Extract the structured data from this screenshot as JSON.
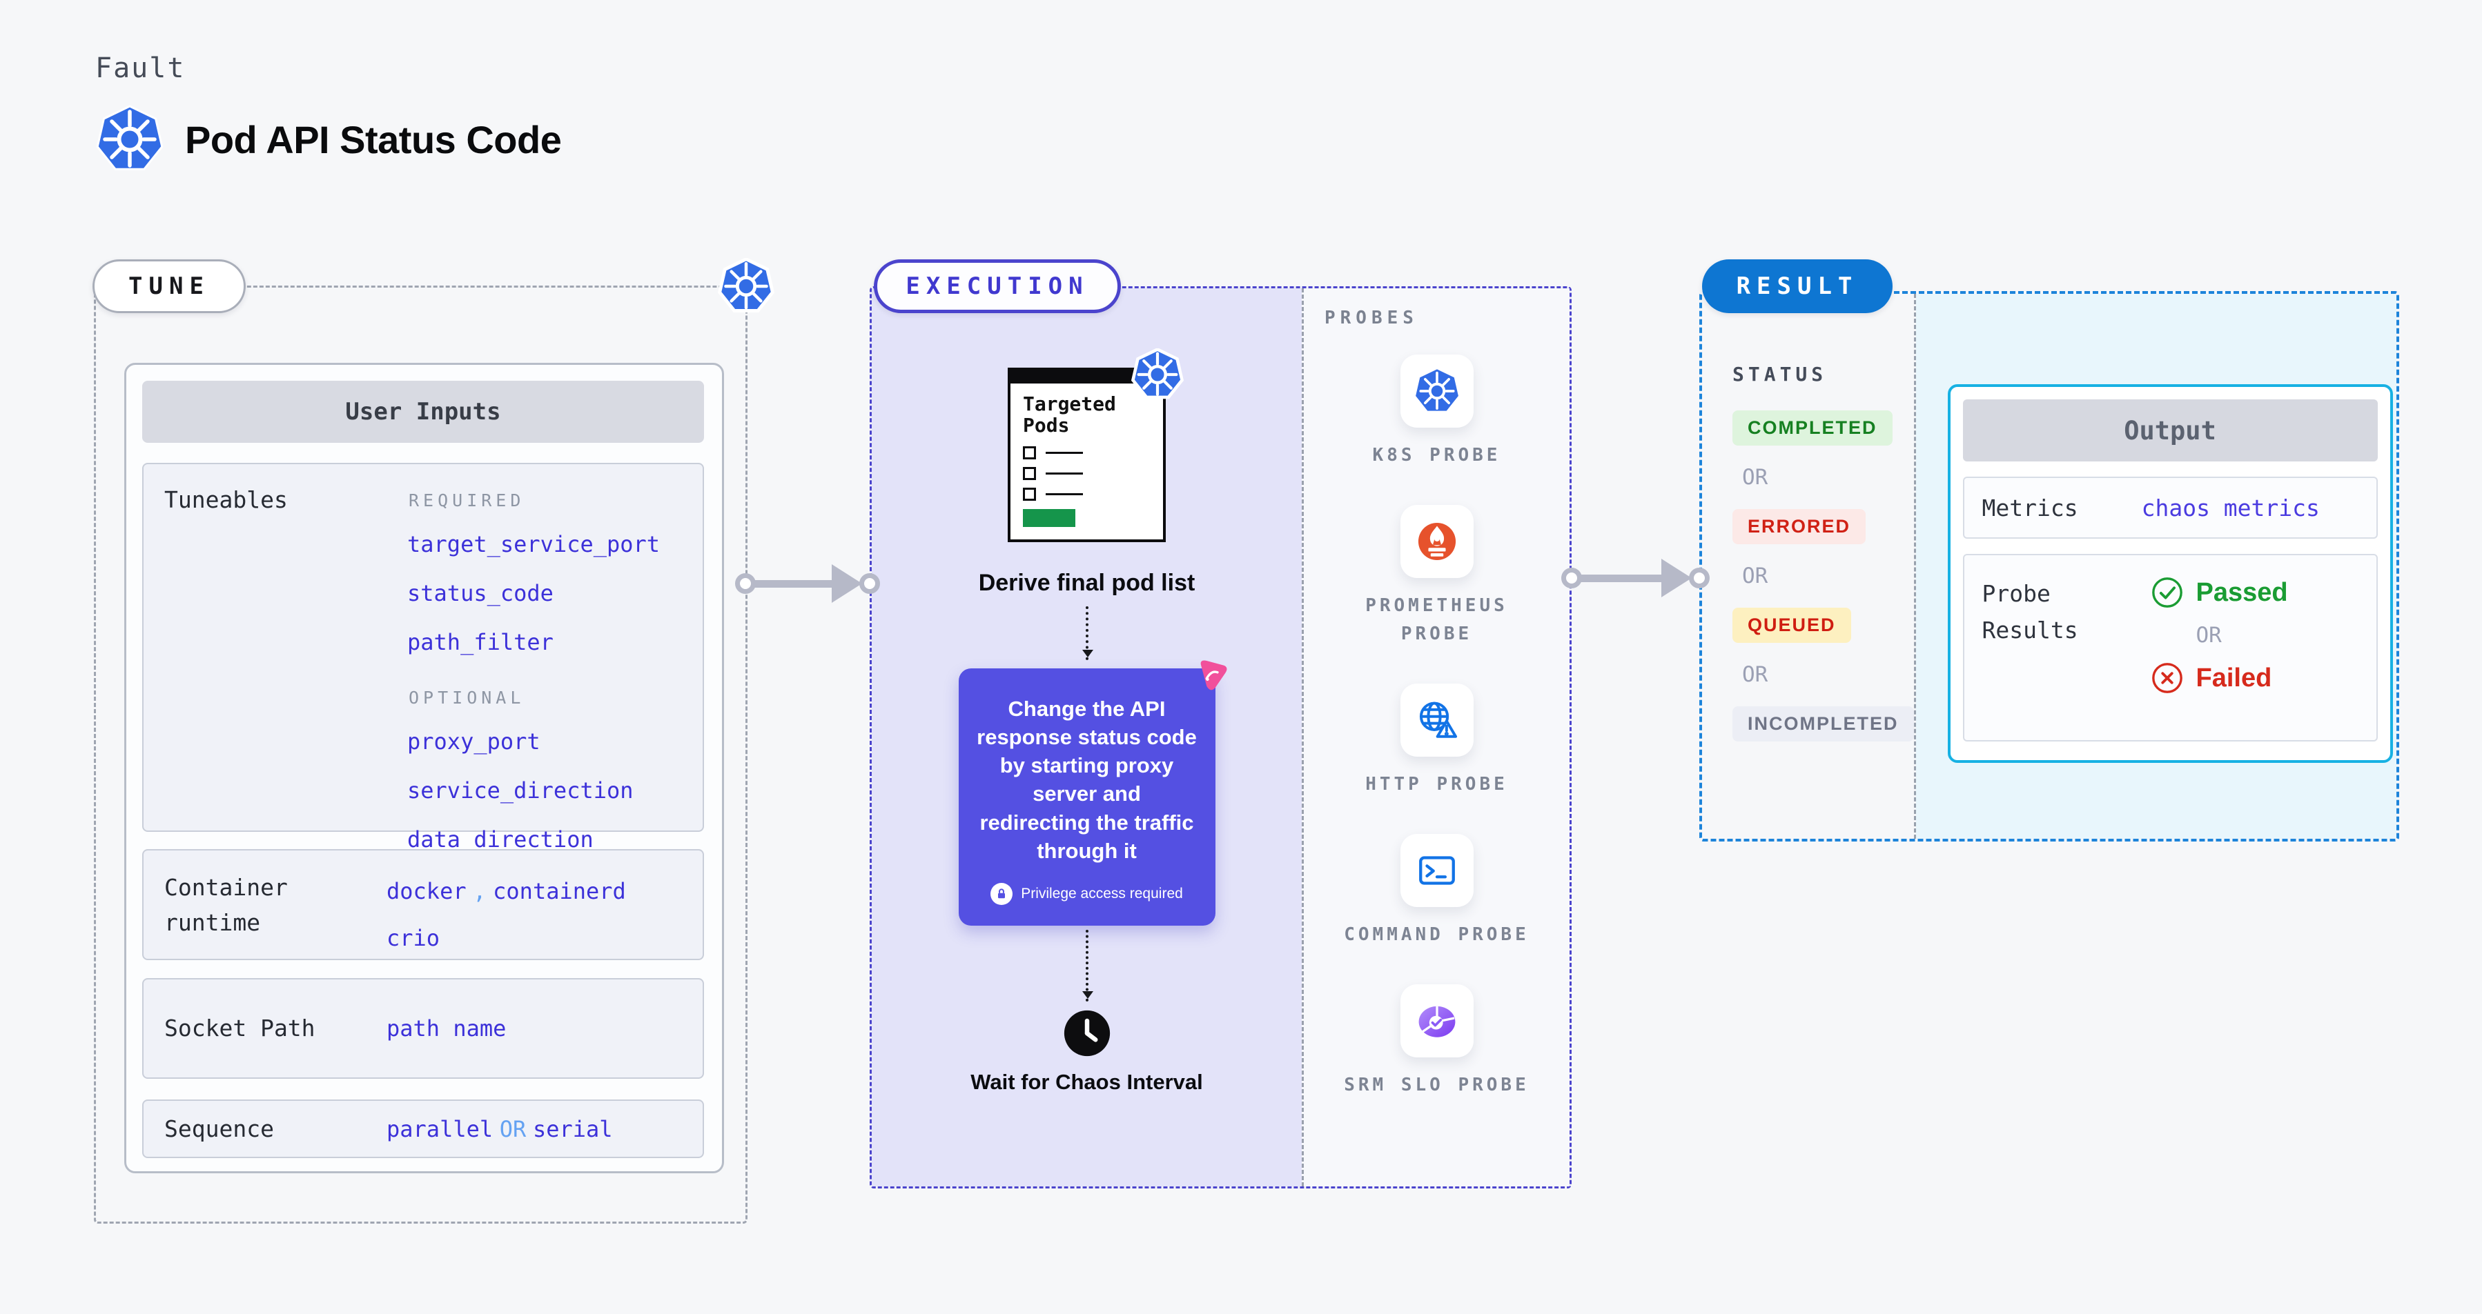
{
  "header": {
    "eyebrow": "Fault",
    "title": "Pod API Status Code",
    "icon": "kubernetes-icon"
  },
  "tune": {
    "badge": "TUNE",
    "user_inputs": {
      "title": "User Inputs",
      "tuneables": {
        "label": "Tuneables",
        "required_label": "REQUIRED",
        "required": [
          "target_service_port",
          "status_code",
          "path_filter"
        ],
        "optional_label": "OPTIONAL",
        "optional": [
          "proxy_port",
          "service_direction",
          "data_direction"
        ]
      },
      "container_runtime": {
        "label": "Container runtime",
        "value1": "docker",
        "separator": ",",
        "value2": "containerd",
        "value3": "crio"
      },
      "socket_path": {
        "label": "Socket Path",
        "value": "path name"
      },
      "sequence": {
        "label": "Sequence",
        "value1": "parallel",
        "or": "OR",
        "value2": "serial"
      }
    }
  },
  "execution": {
    "badge": "EXECUTION",
    "pod_list": {
      "title": "Targeted Pods",
      "icon": "kubernetes-icon"
    },
    "derive_caption": "Derive final pod list",
    "action_card": {
      "text": "Change the API response status code by starting proxy server and redirecting the traffic through it",
      "privilege_note": "Privilege access required",
      "corner_icon": "litmus-chaos-icon",
      "lock_icon": "lock-icon"
    },
    "wait_caption": "Wait for Chaos Interval",
    "clock_icon": "clock-icon",
    "probes": {
      "label": "PROBES",
      "items": [
        {
          "label": "K8S PROBE",
          "icon": "kubernetes-icon"
        },
        {
          "label": "PROMETHEUS PROBE",
          "icon": "prometheus-icon"
        },
        {
          "label": "HTTP PROBE",
          "icon": "http-globe-warning-icon"
        },
        {
          "label": "COMMAND PROBE",
          "icon": "terminal-icon"
        },
        {
          "label": "SRM SLO PROBE",
          "icon": "slo-pie-check-icon"
        }
      ]
    }
  },
  "result": {
    "badge": "RESULT",
    "status": {
      "label": "STATUS",
      "or": "OR",
      "items": [
        {
          "label": "COMPLETED",
          "fg": "#168021",
          "bg": "#def4dd"
        },
        {
          "label": "ERRORED",
          "fg": "#d02115",
          "bg": "#fce9e7"
        },
        {
          "label": "QUEUED",
          "fg": "#cf1d11",
          "bg": "#fdf0c0"
        },
        {
          "label": "INCOMPLETED",
          "fg": "#6f7486",
          "bg": "#eceef5"
        }
      ]
    },
    "output": {
      "title": "Output",
      "metrics": {
        "label": "Metrics",
        "value": "chaos metrics"
      },
      "probe_results": {
        "label": "Probe Results",
        "passed": "Passed",
        "or": "OR",
        "failed": "Failed",
        "passed_icon": "check-circle-icon",
        "failed_icon": "x-circle-icon"
      }
    }
  },
  "colors": {
    "page_bg": "#f6f7f9",
    "execution_fill": "#e3e3f9",
    "execution_border": "#4b44cd",
    "tune_border": "#9fa5b1",
    "result_border": "#1d84da",
    "result_fill": "#e8f6fc",
    "result_badge_bg": "#0e76d2",
    "action_card_bg": "#5450e2",
    "param_blue": "#3c31d9",
    "light_blue_or": "#64a2f2",
    "passed_green": "#1a9c33",
    "failed_red": "#d62a1c",
    "kubernetes_blue": "#326ce5",
    "prometheus_orange": "#e6522c",
    "probe_icon_blue": "#1273e6",
    "srm_purple": "#7c3bf0",
    "litmus_pink": "#f1509b",
    "pod_green_bar": "#15954b",
    "arrow_grey": "#b6b9c8"
  }
}
